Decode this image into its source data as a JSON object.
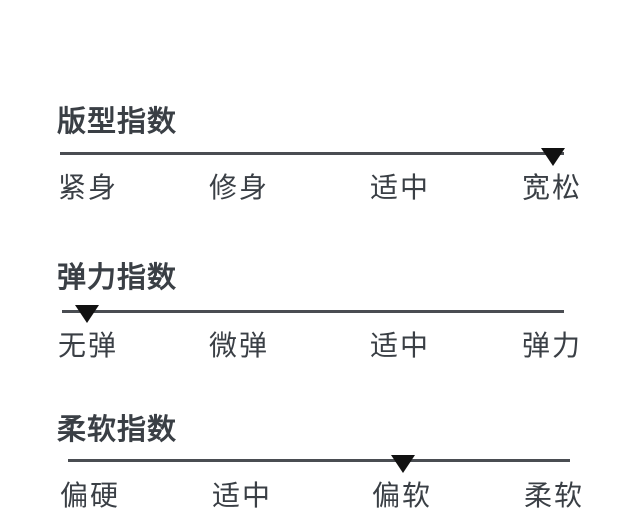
{
  "sections": [
    {
      "title": "版型指数",
      "labels": [
        "紧身",
        "修身",
        "适中",
        "宽松"
      ],
      "selected_label": "宽松"
    },
    {
      "title": "弹力指数",
      "labels": [
        "无弹",
        "微弹",
        "适中",
        "弹力"
      ],
      "selected_label": "无弹"
    },
    {
      "title": "柔软指数",
      "labels": [
        "偏硬",
        "适中",
        "偏软",
        "柔软"
      ],
      "selected_label": "偏软"
    }
  ],
  "colors": {
    "title": "#3a3f45",
    "track": "#4a4d52",
    "marker": "#111111"
  }
}
